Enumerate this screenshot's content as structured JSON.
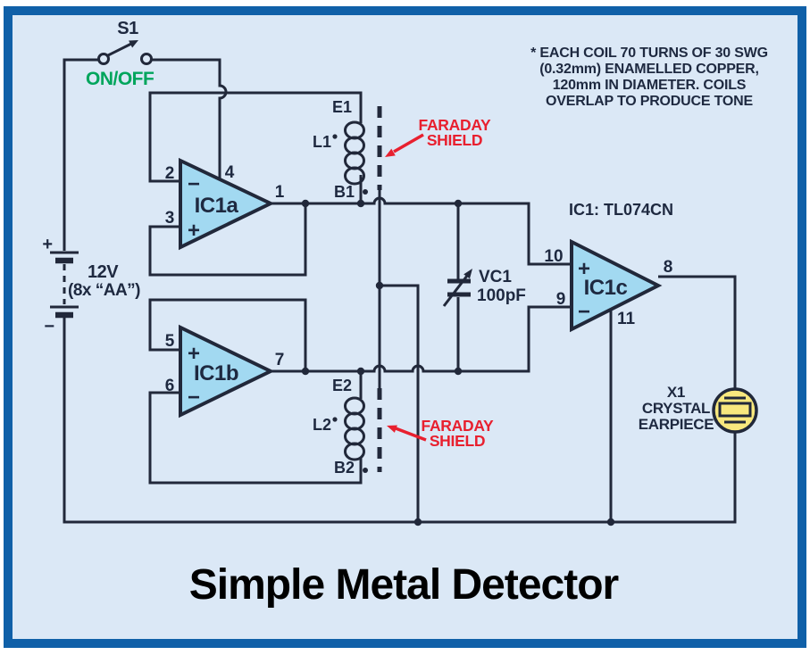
{
  "title": "Simple Metal Detector",
  "colors": {
    "border": "#1060a8",
    "background": "#dbe8f6",
    "wire": "#21283a",
    "opamp_fill": "#a2d9f1",
    "shield_label_red": "#e8202f",
    "onoff_green": "#00a55c",
    "earpiece_yellow": "#f8e87e"
  },
  "switch": {
    "ref": "S1",
    "label": "ON/OFF"
  },
  "battery": {
    "plus": "+",
    "minus": "−",
    "voltage": "12V",
    "cells": "(8x “AA”)"
  },
  "ic_part": "IC1: TL074CN",
  "opamps": [
    {
      "ref": "IC1a",
      "pin_top": "2",
      "pin_bottom": "3",
      "pin_out": "1",
      "pin_power": "4",
      "sign_top": "−",
      "sign_bottom": "+"
    },
    {
      "ref": "IC1b",
      "pin_top": "5",
      "pin_bottom": "6",
      "pin_out": "7",
      "sign_top": "+",
      "sign_bottom": "−"
    },
    {
      "ref": "IC1c",
      "pin_top": "10",
      "pin_bottom": "9",
      "pin_out": "8",
      "pin_power": "11",
      "sign_top": "+",
      "sign_bottom": "−"
    }
  ],
  "coils": [
    {
      "ref": "L1",
      "top": "E1",
      "bottom": "B1"
    },
    {
      "ref": "L2",
      "top": "E2",
      "bottom": "B2"
    }
  ],
  "shield": {
    "line1": "FARADAY",
    "line2": "SHIELD"
  },
  "capacitor": {
    "ref": "VC1",
    "value": "100pF"
  },
  "earpiece": {
    "ref": "X1",
    "line2": "CRYSTAL",
    "line3": "EARPIECE"
  },
  "note": {
    "lines": [
      "* EACH COIL 70 TURNS OF 30 SWG",
      "(0.32mm) ENAMELLED COPPER,",
      "120mm IN DIAMETER. COILS",
      "OVERLAP TO PRODUCE TONE"
    ]
  }
}
